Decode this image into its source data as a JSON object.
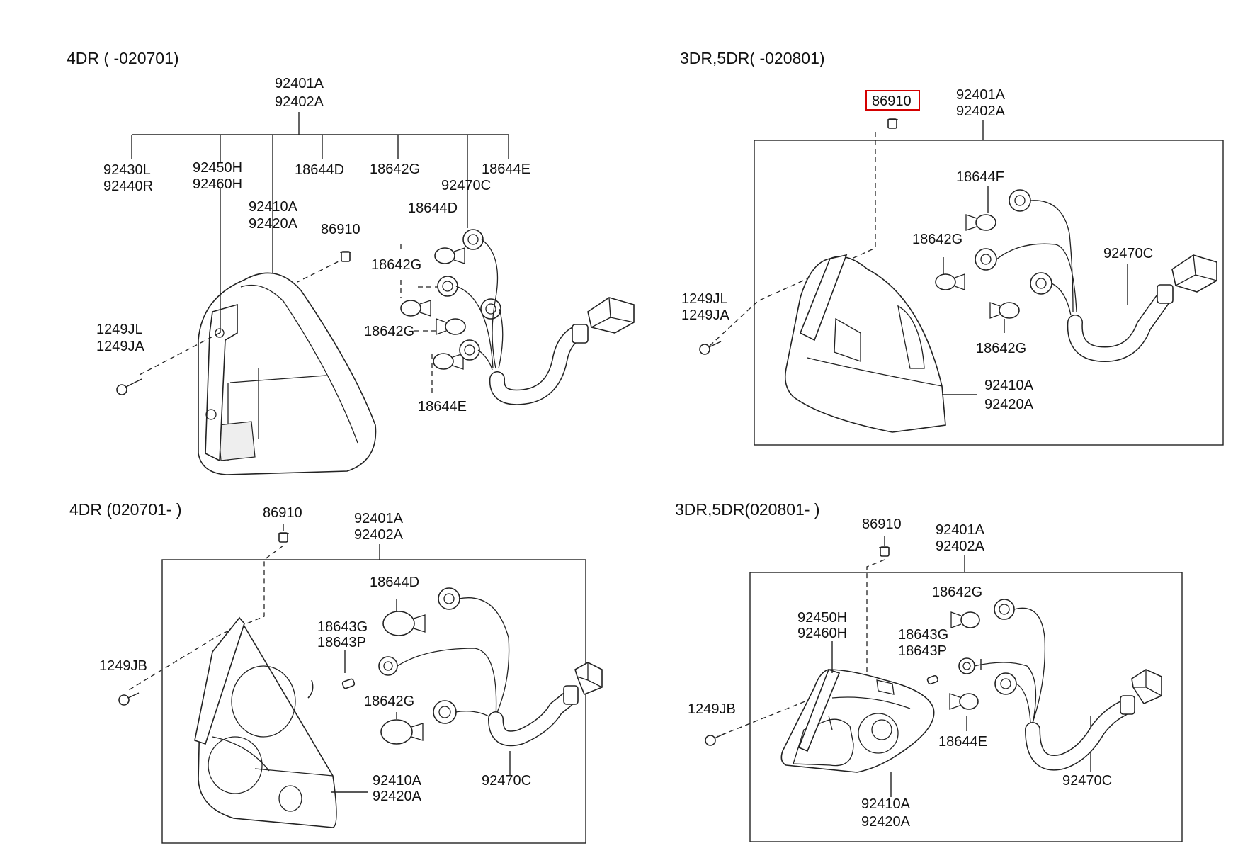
{
  "sections": [
    {
      "title": "4DR ( -020701)",
      "labels": {
        "top_a": "92401A",
        "top_b": "92402A",
        "a": "92430L",
        "b": "92440R",
        "c": "92450H",
        "d": "92460H",
        "e": "92410A",
        "f": "92420A",
        "g": "18644D",
        "h": "18642G",
        "i": "92470C",
        "j": "18644E",
        "k": "18644D",
        "l": "86910",
        "m": "18642G",
        "n": "18642G",
        "o": "18644E",
        "p": "1249JL",
        "q": "1249JA"
      }
    },
    {
      "title": "3DR,5DR( -020801)",
      "labels": {
        "clip": "86910",
        "top_a": "92401A",
        "top_b": "92402A",
        "a": "18644F",
        "b": "18642G",
        "c": "92470C",
        "d": "18642G",
        "e": "1249JL",
        "f": "1249JA",
        "g": "92410A",
        "h": "92420A"
      }
    },
    {
      "title": "4DR (020701- )",
      "labels": {
        "clip": "86910",
        "top_a": "92401A",
        "top_b": "92402A",
        "a": "18644D",
        "b": "18643G",
        "c": "18643P",
        "d": "18642G",
        "e": "1249JB",
        "f": "92410A",
        "g": "92420A",
        "h": "92470C"
      }
    },
    {
      "title": "3DR,5DR(020801- )",
      "labels": {
        "clip": "86910",
        "top_a": "92401A",
        "top_b": "92402A",
        "a": "18642G",
        "b": "92450H",
        "c": "92460H",
        "d": "18643G",
        "e": "18643P",
        "f": "1249JB",
        "g": "18644E",
        "h": "92470C",
        "i": "92410A",
        "j": "92420A"
      }
    }
  ],
  "highlighted_part": "86910",
  "highlight_color": "#d40000"
}
